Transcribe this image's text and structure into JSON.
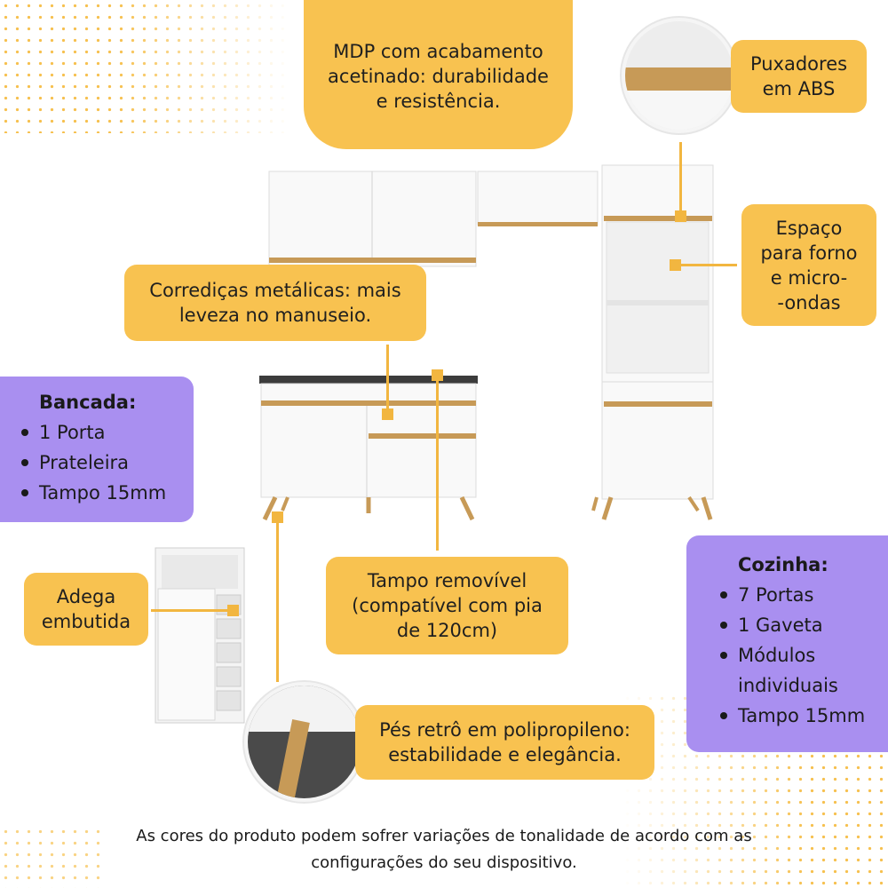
{
  "callouts": {
    "mdp": [
      "MDP com acabamento",
      "acetinado: durabilidade",
      "e resistência."
    ],
    "puxadores": [
      "Puxadores",
      "em ABS"
    ],
    "espaco": [
      "Espaço",
      "para forno",
      "e micro-",
      "-ondas"
    ],
    "corredicas": [
      "Corrediças metálicas: mais",
      "leveza no manuseio."
    ],
    "tampo": [
      "Tampo removível",
      "(compatível com pia",
      "de 120cm)"
    ],
    "adega": [
      "Adega",
      "embutida"
    ],
    "pes": [
      "Pés retrô em polipropileno:",
      "estabilidade e elegância."
    ]
  },
  "bancada": {
    "title": "Bancada:",
    "items": [
      "1 Porta",
      "Prateleira",
      "Tampo 15mm"
    ]
  },
  "cozinha": {
    "title": "Cozinha:",
    "items": [
      "7 Portas",
      "1 Gaveta",
      "Módulos",
      "individuais",
      "Tampo 15mm"
    ]
  },
  "footer": [
    "As cores do produto podem sofrer variações de tonalidade de acordo com as",
    "configurações do seu dispositivo."
  ],
  "colors": {
    "accent_yellow": "#f8c250",
    "accent_purple": "#a98ff0",
    "wood": "#c79a57",
    "cabinet_white": "#f7f7f7"
  }
}
